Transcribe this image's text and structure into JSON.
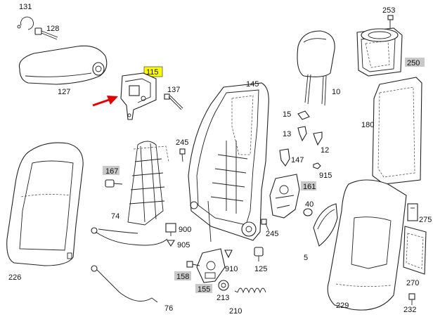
{
  "callouts": {
    "p131": "131",
    "p128": "128",
    "p127": "127",
    "p115": "115",
    "p137": "137",
    "p145": "145",
    "p10": "10",
    "p253": "253",
    "p250": "250",
    "p180": "180",
    "p15": "15",
    "p13": "13",
    "p12": "12",
    "p147": "147",
    "p915": "915",
    "p161": "161",
    "p245a": "245",
    "p167": "167",
    "p74": "74",
    "p900": "900",
    "p905": "905",
    "p226": "226",
    "p40": "40",
    "p5": "5",
    "p245b": "245",
    "p125": "125",
    "p910": "910",
    "p158": "158",
    "p155": "155",
    "p213": "213",
    "p210": "210",
    "p76": "76",
    "p229": "229",
    "p275": "275",
    "p270": "270",
    "p232": "232"
  },
  "highlight": {
    "arrow_color": "#e00000",
    "selected_part": "115",
    "selected_color": "#ffff00",
    "tag_color": "#c9c9c9"
  }
}
